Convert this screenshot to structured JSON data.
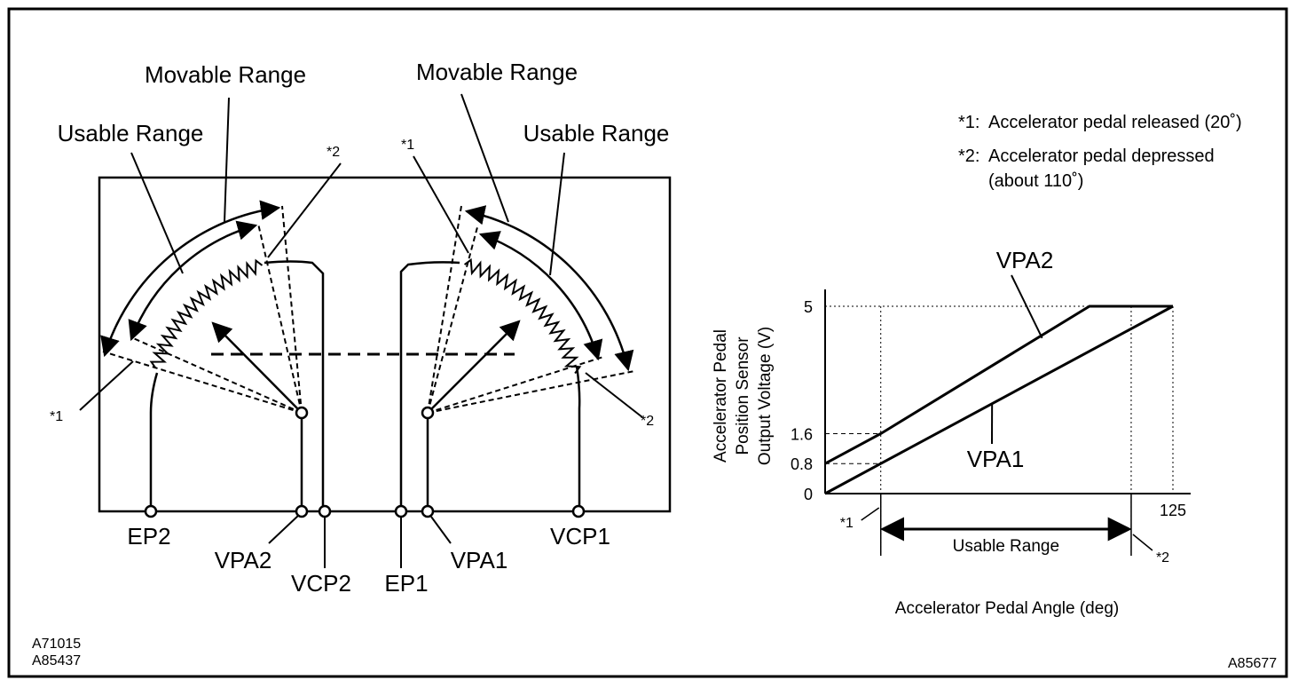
{
  "codes": {
    "left_1": "A71015",
    "left_2": "A85437",
    "right": "A85677"
  },
  "sensor": {
    "movable_range_left": "Movable Range",
    "usable_range_left": "Usable Range",
    "movable_range_right": "Movable Range",
    "usable_range_right": "Usable Range",
    "star1": "*1",
    "star2": "*2",
    "terminals": {
      "ep2": "EP2",
      "vpa2": "VPA2",
      "vcp2": "VCP2",
      "ep1": "EP1",
      "vpa1": "VPA1",
      "vcp1": "VCP1"
    }
  },
  "legend": {
    "note1_mark": "*1:",
    "note1_text": "Accelerator pedal released (20˚)",
    "note2_mark": "*2:",
    "note2_text_line1": "Accelerator pedal depressed",
    "note2_text_line2": "(about 110˚)"
  },
  "chart_data": {
    "type": "line",
    "ylabel": [
      "Accelerator Pedal",
      "Position Sensor",
      "Output Voltage (V)"
    ],
    "xlabel": "Accelerator Pedal Angle (deg)",
    "xlim": [
      0,
      125
    ],
    "ylim": [
      0,
      5
    ],
    "x_tick_labels": [
      "125"
    ],
    "y_tick_labels": [
      "0",
      "0.8",
      "1.6",
      "5"
    ],
    "series": [
      {
        "name": "VPA2",
        "x": [
          0,
          20,
          95,
          125
        ],
        "y": [
          0.8,
          1.6,
          5,
          5
        ]
      },
      {
        "name": "VPA1",
        "x": [
          0,
          20,
          110,
          125
        ],
        "y": [
          0,
          0.8,
          4.4,
          5
        ]
      }
    ],
    "markers": {
      "released": 20,
      "depressed": 110
    },
    "usable_range_label": "Usable Range",
    "star1": "*1",
    "star2": "*2"
  }
}
